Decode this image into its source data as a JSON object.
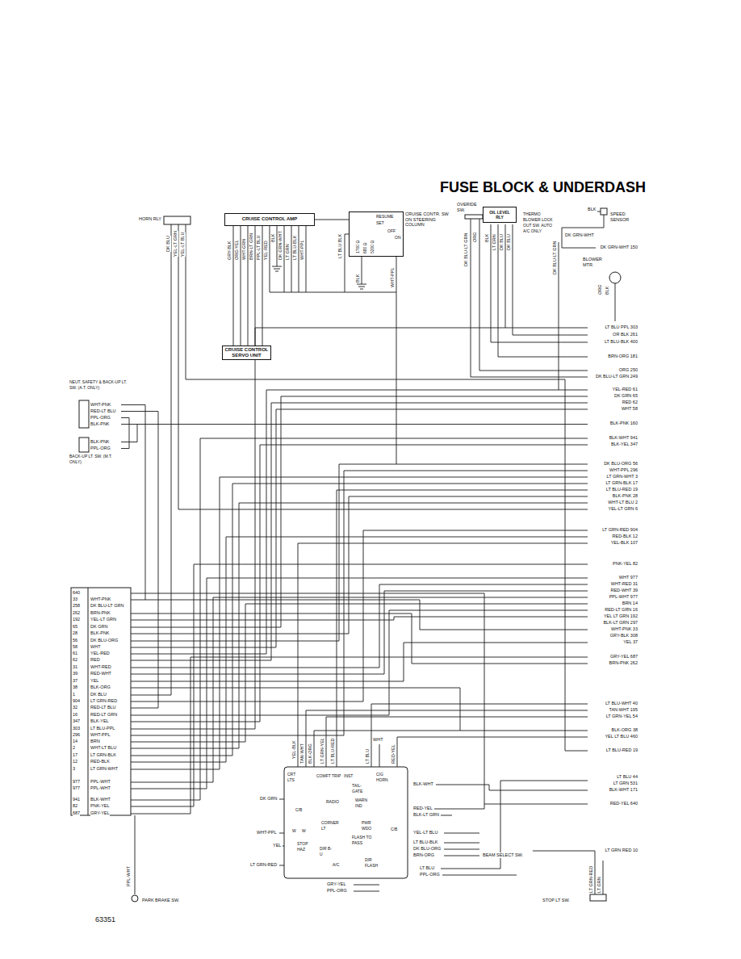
{
  "diagram": {
    "title": "FUSE BLOCK & UNDERDASH",
    "nodes": [
      {
        "text": [
          "CRUISE CONTROL AMP"
        ]
      },
      {
        "text": [
          "CRUISE CONTROL SERVO UNIT"
        ]
      },
      {
        "text": [
          "CRUISE CONTR. SW ON STEERING COLUMN"
        ]
      },
      {
        "text": [
          "OIL LEVEL RLY"
        ]
      }
    ],
    "edges": [
      {
        "from": 0,
        "to": 1,
        "arrow": "none"
      },
      {
        "from": 2,
        "to": 0,
        "arrow": "none"
      }
    ],
    "labels": [
      "HORN RLY",
      "DK BLU",
      "YEL-LT GRN",
      "YEL-LT BLU",
      "GRY-BLK",
      "ORG-YEL",
      "WHT-GRN",
      "BRN-LT GRN",
      "PPL-LT BLU",
      "YEL-RED",
      "BLK",
      "DK GRN-WHT",
      "LT GRN",
      "LT BLU-BLK",
      "WHT-PPL",
      "LT BLU BLK",
      "RESUME",
      "SET",
      "OFF",
      "ON",
      "1700 Ω",
      "680 Ω",
      "5200 Ω",
      "BLK",
      "WHT-PPL",
      "OVERIDE SW.",
      "DK BLU-LT GRN",
      "ORG",
      "BLK",
      "LT GRN",
      "DK BLU",
      "DK BLU",
      "THERMO BLOWER LOCK OUT SW. AUTO A/C ONLY",
      "DK BLU-LT GRN",
      "BLK",
      "SPEED SENSOR",
      "DK GRN-WHT",
      "BLOWER MTR.",
      "ORG",
      "BLK",
      "DK GRN-WHT 150",
      "LT BLU PPL 303",
      "OR BLK 261",
      "LT BLU-BLK 400",
      "BRN-ORG 181",
      "ORG 250",
      "DK BLU-LT GRN 249",
      "YEL-RED 61",
      "DK GRN 65",
      "RED 62",
      "WHT 58",
      "BLK-PNK 160",
      "BLK-WHT 941",
      "BLK-YEL 347",
      "DK BLU-ORG 56",
      "WHT-PPL 296",
      "LT GRN-WHT 3",
      "LT GRN-BLK 17",
      "LT BLU-RED 19",
      "BLK-PNK 28",
      "WHT-LT BLU 2",
      "YEL-LT GRN 6",
      "LT GRN-RED 904",
      "RED-BLK 12",
      "YEL-BLK 107",
      "PNK-YEL 82",
      "WHT 977",
      "WHT-RED 31",
      "RED-WHT 39",
      "PPL-WHT 977",
      "BRN 14",
      "RED-LT GRN 16",
      "YEL LT GRN 192",
      "BLK-LT GRN 297",
      "WHT-PNK 33",
      "GRY-BLK 308",
      "YEL 37",
      "GRY-YEL 687",
      "BRN-PNK 262",
      "LT BLU-WHT 40",
      "TAN-WHT 195",
      "LT GRN-YEL 54",
      "BLK-ORG 38",
      "YEL LT BLU 460",
      "LT BLU-RED 19",
      "LT BLU 44",
      "LT GRN 531",
      "BLK-WHT 171",
      "RED-YEL 640",
      "LT GRN RED 10",
      "NEUT. SAFETY & BACK-UP LT. SW. (A.T. ONLY)",
      "WHT-PNK",
      "RED-LT BLU",
      "PPL-ORG",
      "BLK-PNK",
      "BLK-PNK",
      "PPL-ORG",
      "BACK-UP LT. SW. (M.T. ONLY)",
      "640",
      "33",
      "WHT-PNK",
      "258",
      "DK BLU-LT GRN",
      "262",
      "BRN-PNK",
      "192",
      "YEL-LT GRN",
      "65",
      "DK GRN",
      "28",
      "BLK-PNK",
      "56",
      "DK BLU-ORG",
      "58",
      "WHT",
      "61",
      "YEL-RED",
      "62",
      "RED",
      "31",
      "WHT-RED",
      "39",
      "RED-WHT",
      "37",
      "YEL",
      "38",
      "BLK-ORG",
      "1",
      "DK BLU",
      "904",
      "LT GRN-RED",
      "32",
      "RED-LT BLU",
      "16",
      "RED-LT GRN",
      "347",
      "BLK-YEL",
      "303",
      "LT BLU-PPL",
      "296",
      "WHT-PPL",
      "14",
      "BRN",
      "2",
      "WHT-LT BLU",
      "17",
      "LT GRN-BLK",
      "12",
      "RED-BLK",
      "3",
      "LT GRN-WHT",
      "977",
      "PPL-WHT",
      "977",
      "PPL-WHT",
      "941",
      "BLK-WHT",
      "82",
      "PNK-YEL",
      "687",
      "GRY-YEL",
      "YEL-BLK",
      "TAN-WHT",
      "BLK-ORG",
      "LT GRN-YEL",
      "LT BLU-RED",
      "WHT",
      "LT BLU",
      "RED-YEL",
      "CRT LTS",
      "COMFT TRIP",
      "INST",
      "CIG HORN",
      "TAIL-GATE",
      "RADIO",
      "WARN IND",
      "CORNER LT",
      "PWR WDO",
      "FLASH TO PASS",
      "STOP HAZ",
      "DIR B-U",
      "A/C",
      "DIR FLASH",
      "C/B",
      "C/B",
      "W",
      "W",
      "BLK-WHT",
      "RED-YEL",
      "BLK-LT GRN",
      "YEL-LT BLU",
      "LT BLU-BLK",
      "DK BLU-ORG",
      "BRN-ORG",
      "DK GRN",
      "WHT-PPL",
      "YEL",
      "LT GRN-RED",
      "GRY-YEL",
      "PPL-ORG",
      "LT BLU",
      "PPL-ORG",
      "BEAM SELECT SW.",
      "PPL-WHT",
      "PARK BRAKE SW.",
      "STOP LT SW.",
      "LT GRN-RED",
      "LT GRN",
      "63351"
    ]
  }
}
